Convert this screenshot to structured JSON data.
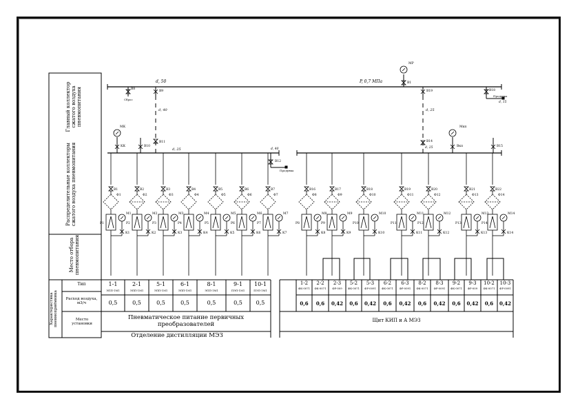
{
  "side_labels": {
    "header_line": "Главный коллектор сжатого воздуха пневмопитания",
    "distribution": "Распределительные коллекторы сжатого воздуха пневмопитания",
    "location": "Место отбора пневмопитания",
    "characteristics": "Характеристика пневмоприёмника",
    "type_row": "Тип",
    "air_flow_row": "Расход воздуха, м3/ч",
    "place_row": "Место установки"
  },
  "main_line": {
    "label_left": "d, 50",
    "label_right": "P, 0,7 МПа",
    "valve_left": "В8",
    "drain_left": "Сброс",
    "valve_branch_left": "В9",
    "branch_left_label": "d, 40",
    "manometer_top": "МР",
    "valve_top": "В1",
    "valve_branch_right": "В19",
    "branch_right_label": "d, 25",
    "valve_right_end": "В18",
    "drain_right": "Продувка",
    "drain_right_label": "d, 15"
  },
  "left_collector": {
    "manometer": "МК",
    "valve_m": "КК",
    "valve_a": "В10",
    "valve_b": "В11",
    "label": "d, 25",
    "end_label": "d, 40",
    "drain_valve": "В12",
    "drain_label": "Продувка",
    "branches": [
      {
        "valve": "В1",
        "filter": "Ф1",
        "reducer": "Р1",
        "manometer": "М1",
        "check": "К1"
      },
      {
        "valve": "В2",
        "filter": "Ф2",
        "reducer": "Р2",
        "manometer": "М2",
        "check": "К2"
      },
      {
        "valve": "В3",
        "filter": "Ф3",
        "reducer": "Р3",
        "manometer": "М3",
        "check": "К3"
      },
      {
        "valve": "В4",
        "filter": "Ф4",
        "reducer": "Р4",
        "manometer": "М4",
        "check": "К4"
      },
      {
        "valve": "В5",
        "filter": "Ф5",
        "reducer": "Р5",
        "manometer": "М5",
        "check": "К5"
      },
      {
        "valve": "В6",
        "filter": "Ф6",
        "reducer": "Р6",
        "manometer": "М6",
        "check": "К6"
      },
      {
        "valve": "В7",
        "filter": "Ф7",
        "reducer": "Р7",
        "manometer": "М7",
        "check": "К7"
      }
    ]
  },
  "right_collector": {
    "manometer": "Мкп",
    "valve_m": "Вкп",
    "valve_a": "В14",
    "valve_a_label": "d, 25",
    "valve_end": "В15",
    "branches": [
      {
        "valve": "В16",
        "filter": "Ф8",
        "reducer": "Р8",
        "manometer": "М8",
        "check": "К8"
      },
      {
        "valve": "В17",
        "filter": "Ф9",
        "reducer": "Р9",
        "manometer": "М9",
        "check": "К9"
      },
      {
        "valve": "В18",
        "filter": "Ф10",
        "reducer": "Р10",
        "manometer": "М10",
        "check": "К10"
      },
      {
        "valve": "В19",
        "filter": "Ф11",
        "reducer": "Р11",
        "manometer": "М11",
        "check": "К11"
      },
      {
        "valve": "В20",
        "filter": "Ф12",
        "reducer": "Р12",
        "manometer": "М12",
        "check": "К12"
      },
      {
        "valve": "В21",
        "filter": "Ф13",
        "reducer": "Р13",
        "manometer": "М13",
        "check": "К13"
      },
      {
        "valve": "В22",
        "filter": "Ф14",
        "reducer": "Р14",
        "manometer": "М14",
        "check": "К14"
      }
    ]
  },
  "table_left": {
    "columns": [
      {
        "pos": "1-1",
        "type": "ЭПП-1М1",
        "flow": "0,5"
      },
      {
        "pos": "2-1",
        "type": "ЭПП-1М1",
        "flow": "0,5"
      },
      {
        "pos": "5-1",
        "type": "ЭПП-1М1",
        "flow": "0,5"
      },
      {
        "pos": "6-1",
        "type": "ЭПП-1М1",
        "flow": "0,5"
      },
      {
        "pos": "8-1",
        "type": "ЭПП-1М1",
        "flow": "0,5"
      },
      {
        "pos": "9-1",
        "type": "ПЭП-1М1",
        "flow": "0,5"
      },
      {
        "pos": "10-1",
        "type": "ПЭП-1М1",
        "flow": "0,5"
      }
    ],
    "note": "Пневматическое питание первичных преобразователей",
    "place": "Отделение дистилляции МЭЗ"
  },
  "table_right": {
    "columns": [
      {
        "pos": "1-2",
        "type": "ФК-0071",
        "flow": "0,6"
      },
      {
        "pos": "2-2",
        "type": "ФК-0071",
        "flow": "0,6"
      },
      {
        "pos": "2-3",
        "type": "ФР-009",
        "flow": "0,42"
      },
      {
        "pos": "5-2",
        "type": "ФК-0071",
        "flow": "0,6"
      },
      {
        "pos": "5-3",
        "type": "ФР-0091",
        "flow": "0,42"
      },
      {
        "pos": "6-2",
        "type": "ФК-0071",
        "flow": "0,6"
      },
      {
        "pos": "6-3",
        "type": "ФР-0091",
        "flow": "0,42"
      },
      {
        "pos": "8-2",
        "type": "ФК-0071",
        "flow": "0,6"
      },
      {
        "pos": "8-3",
        "type": "ФР-0091",
        "flow": "0,42"
      },
      {
        "pos": "9-2",
        "type": "ФК-0071",
        "flow": "0,6"
      },
      {
        "pos": "9-3",
        "type": "ФР-009",
        "flow": "0,42"
      },
      {
        "pos": "10-2",
        "type": "ФК-0071",
        "flow": "0,6"
      },
      {
        "pos": "10-3",
        "type": "ФР-0091",
        "flow": "0,42"
      }
    ],
    "place": "Щит КИП и А МЭЗ"
  }
}
